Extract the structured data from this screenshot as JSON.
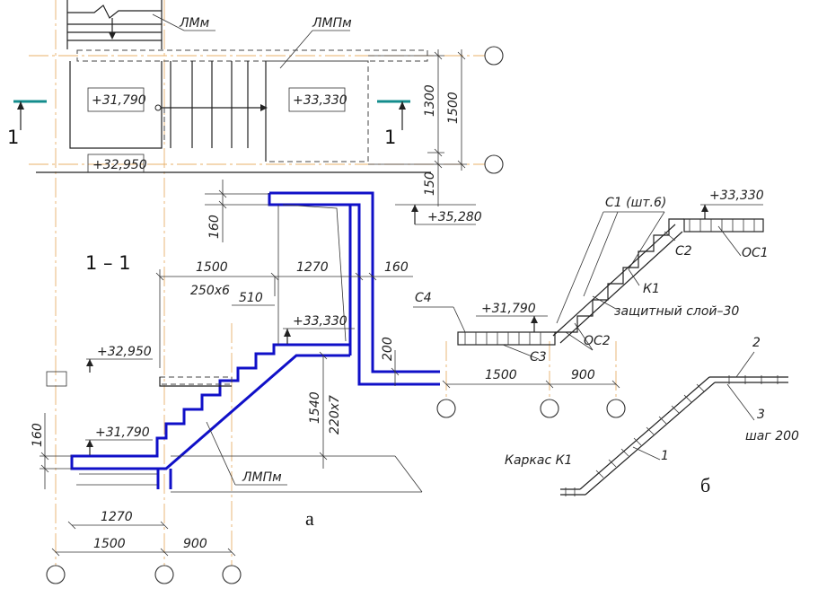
{
  "plan": {
    "label_lmm": "ЛМм",
    "label_lmpm": "ЛМПм",
    "elev_left": "+31,790",
    "elev_right": "+33,330",
    "elev_bottom": "+32,950",
    "dim_1300": "1300",
    "dim_1500": "1500",
    "dim_150": "150",
    "elev_top_right": "+35,280",
    "section_mark": "1"
  },
  "section": {
    "title": "1 – 1",
    "dim_160_top": "160",
    "dim_1500": "1500",
    "dim_250x6": "250х6",
    "dim_1270_top": "1270",
    "dim_160_right": "160",
    "dim_510": "510",
    "elev_33330": "+33,330",
    "dim_200": "200",
    "elev_32950": "+32,950",
    "dim_1540": "1540",
    "dim_220x7": "220х7",
    "dim_160_left": "160",
    "elev_31790": "+31,790",
    "label_lmpm": "ЛМПм",
    "dim_1270_bottom": "1270",
    "dim_1500_bottom": "1500",
    "dim_900_bottom": "900",
    "caption": "а"
  },
  "reinforcement": {
    "c1": "С1 (шт.6)",
    "elev_33330": "+33,330",
    "c2": "С2",
    "oc1": "ОС1",
    "c4": "С4",
    "elev_31790": "+31,790",
    "k1": "К1",
    "cover": "защитный слой–30",
    "c3": "С3",
    "oc2": "ОС2",
    "dim_1500": "1500",
    "dim_900": "900",
    "frame_label": "Каркас К1",
    "pos_1": "1",
    "pos_2": "2",
    "pos_3": "3",
    "step": "шаг 200",
    "caption": "б"
  }
}
